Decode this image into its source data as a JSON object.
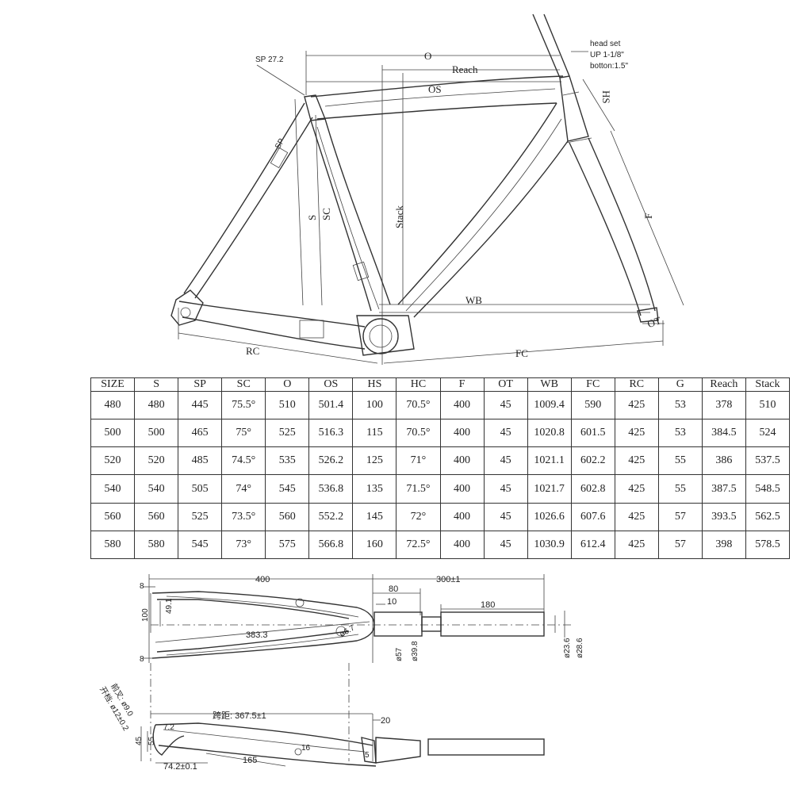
{
  "frame_labels": {
    "seatpost": "SP 27.2",
    "headset_line1": "head set",
    "headset_line2": "UP 1-1/8\"",
    "headset_line3": "botton:1.5\"",
    "o": "O",
    "reach": "Reach",
    "os": "OS",
    "hs": "HS",
    "stack": "Stack",
    "s": "S",
    "sc": "SC",
    "sp": "SP",
    "f": "F",
    "wb": "WB",
    "rc": "RC",
    "fc": "FC",
    "ot": "OT"
  },
  "table": {
    "headers": [
      "SIZE",
      "S",
      "SP",
      "SC",
      "O",
      "OS",
      "HS",
      "HC",
      "F",
      "OT",
      "WB",
      "FC",
      "RC",
      "G",
      "Reach",
      "Stack"
    ],
    "rows": [
      [
        "480",
        "480",
        "445",
        "75.5°",
        "510",
        "501.4",
        "100",
        "70.5°",
        "400",
        "45",
        "1009.4",
        "590",
        "425",
        "53",
        "378",
        "510"
      ],
      [
        "500",
        "500",
        "465",
        "75°",
        "525",
        "516.3",
        "115",
        "70.5°",
        "400",
        "45",
        "1020.8",
        "601.5",
        "425",
        "53",
        "384.5",
        "524"
      ],
      [
        "520",
        "520",
        "485",
        "74.5°",
        "535",
        "526.2",
        "125",
        "71°",
        "400",
        "45",
        "1021.1",
        "602.2",
        "425",
        "55",
        "386",
        "537.5"
      ],
      [
        "540",
        "540",
        "505",
        "74°",
        "545",
        "536.8",
        "135",
        "71.5°",
        "400",
        "45",
        "1021.7",
        "602.8",
        "425",
        "55",
        "387.5",
        "548.5"
      ],
      [
        "560",
        "560",
        "525",
        "73.5°",
        "560",
        "552.2",
        "145",
        "72°",
        "400",
        "45",
        "1026.6",
        "607.6",
        "425",
        "57",
        "393.5",
        "562.5"
      ],
      [
        "580",
        "580",
        "545",
        "73°",
        "575",
        "566.8",
        "160",
        "72.5°",
        "400",
        "45",
        "1030.9",
        "612.4",
        "425",
        "57",
        "398",
        "578.5"
      ]
    ]
  },
  "fork_labels": {
    "len_400": "400",
    "len_300": "300±1",
    "len_80": "80",
    "len_10": "10",
    "len_180": "180",
    "len_383": "383.3",
    "len_491": "49.1",
    "len_100": "100",
    "dia_57": "ø57",
    "dia_398": "ø39.8",
    "dia_236": "ø23.6",
    "dia_286": "ø28.6",
    "r_67": "ø6.7",
    "span_3675": "跨距: 367.5±1",
    "len_20": "20",
    "len_45": "45",
    "len_55": "55",
    "len_72": "7.2",
    "len_16": "16",
    "len_165": "165",
    "len_742": "74.2±0.1",
    "len_8a": "8",
    "len_8b": "8",
    "len_5": "5",
    "note_cn": "前叉: ø9.0",
    "note_cn2": "开档: ø12±0.2"
  }
}
